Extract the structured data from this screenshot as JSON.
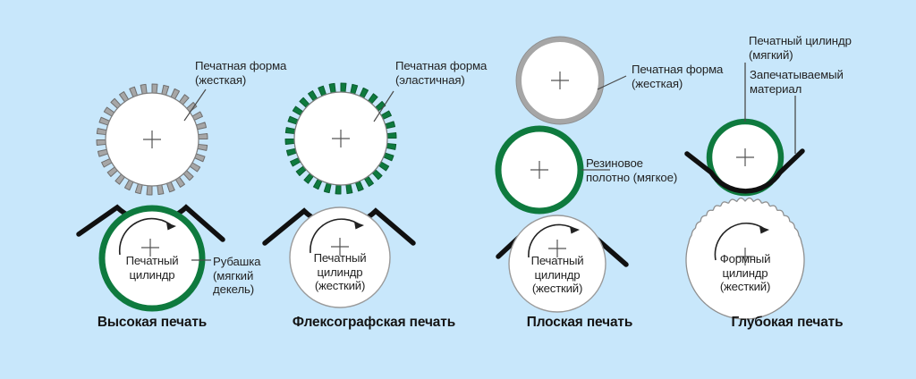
{
  "figure": {
    "background_color": "#c8e7fb",
    "green": "#0e7a3e",
    "grey": "#a6a6a6",
    "ink_black": "#101010",
    "text_color": "#232323"
  },
  "groups": [
    {
      "id": "letterpress",
      "caption": "Высокая печать",
      "labels": [
        {
          "name": "printing-plate",
          "text": "Печатная форма\n(жесткая)"
        },
        {
          "name": "blanket",
          "text": "Рубашка\n(мягкий\nдекель)"
        }
      ],
      "cylinders": [
        {
          "name": "plate-cylinder",
          "text": "",
          "style": "grey-gear"
        },
        {
          "name": "impression-cylinder",
          "text": "Печатный\nцилиндр",
          "style": "green-ring"
        }
      ]
    },
    {
      "id": "flexography",
      "caption": "Флексографская печать",
      "labels": [
        {
          "name": "printing-plate",
          "text": "Печатная форма\n(эластичная)"
        }
      ],
      "cylinders": [
        {
          "name": "plate-cylinder",
          "text": "",
          "style": "green-gear"
        },
        {
          "name": "impression-cylinder",
          "text": "Печатный\nцилиндр\n(жесткий)",
          "style": "plain"
        }
      ]
    },
    {
      "id": "offset",
      "caption": "Плоская печать",
      "labels": [
        {
          "name": "printing-plate",
          "text": "Печатная форма\n(жесткая)"
        },
        {
          "name": "rubber-blanket",
          "text": "Резиновое\nполотно (мягкое)"
        }
      ],
      "cylinders": [
        {
          "name": "plate-cylinder",
          "text": "",
          "style": "grey-ring"
        },
        {
          "name": "blanket-cylinder",
          "text": "",
          "style": "green-ring"
        },
        {
          "name": "impression-cylinder",
          "text": "Печатный\nцилиндр\n(жесткий)",
          "style": "plain"
        }
      ]
    },
    {
      "id": "gravure",
      "caption": "Глубокая печать",
      "labels": [
        {
          "name": "impression-cylinder-soft",
          "text": "Печатный цилиндр\n(мягкий)"
        },
        {
          "name": "substrate",
          "text": "Запечатываемый\nматериал"
        }
      ],
      "cylinders": [
        {
          "name": "impression-cylinder",
          "text": "",
          "style": "green-ring"
        },
        {
          "name": "form-cylinder",
          "text": "Формный\nцилиндр\n(жесткий)",
          "style": "wavy"
        }
      ]
    }
  ]
}
